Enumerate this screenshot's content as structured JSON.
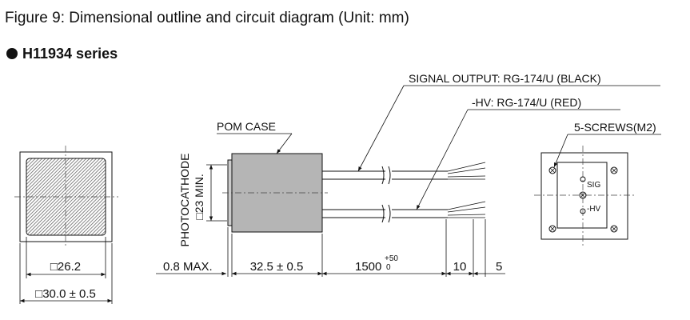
{
  "figure": {
    "title": "Figure 9: Dimensional outline and circuit diagram (Unit: mm)",
    "series": "H11934 series"
  },
  "front_view": {
    "inner_dim": "□26.2",
    "outer_dim": "□30.0 ± 0.5"
  },
  "side_view": {
    "case_label": "POM CASE",
    "photocathode_label": "PHOTOCATHODE",
    "photocathode_dim": "□23 MIN.",
    "signal_cable_label": "SIGNAL OUTPUT: RG-174/U (BLACK)",
    "hv_cable_label": "-HV: RG-174/U (RED)",
    "dims": {
      "window": "0.8 MAX.",
      "case_length": "32.5 ± 0.5",
      "cable_length": "1500",
      "cable_tol_upper": "+50",
      "cable_tol_lower": "0",
      "strip_a": "10",
      "strip_b": "5"
    }
  },
  "rear_view": {
    "screws_label": "5-SCREWS(M2)",
    "sig_label": "SIG",
    "hv_label": "-HV"
  }
}
